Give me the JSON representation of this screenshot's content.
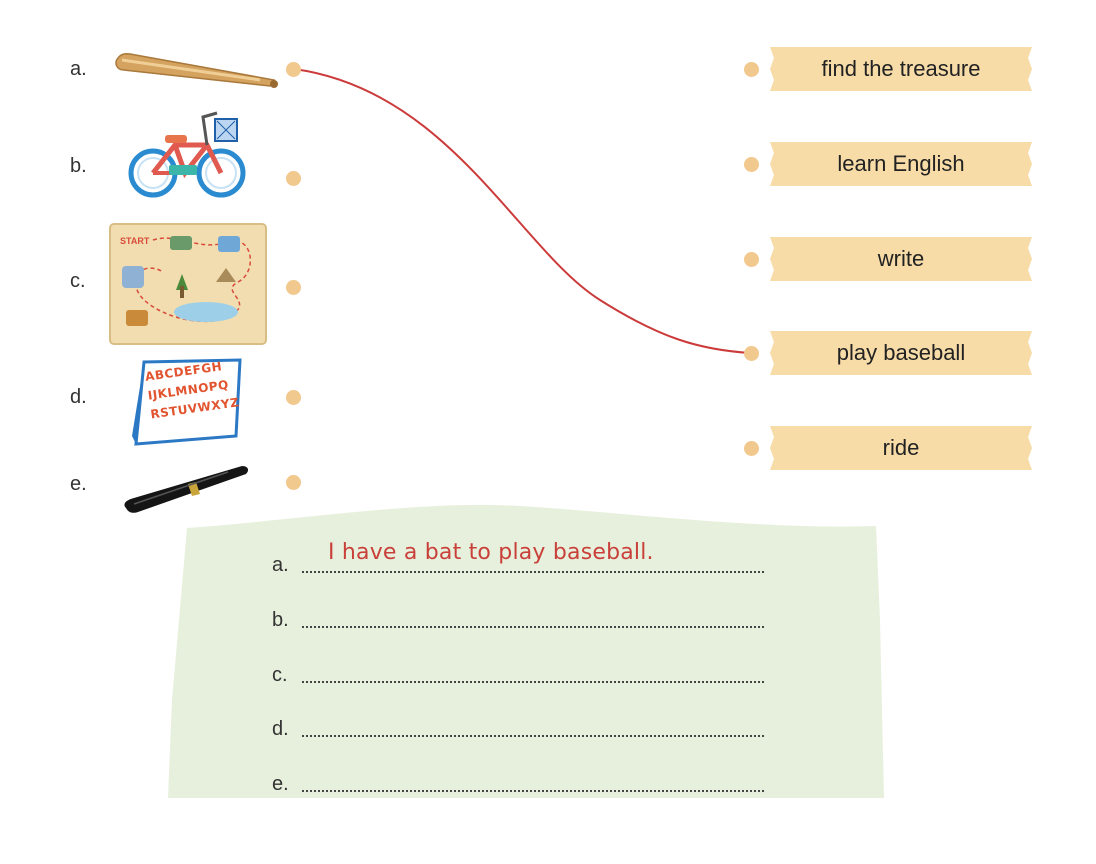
{
  "left_items": [
    {
      "letter": "a.",
      "icon": "baseball-bat-icon"
    },
    {
      "letter": "b.",
      "icon": "bicycle-icon"
    },
    {
      "letter": "c.",
      "icon": "treasure-map-icon"
    },
    {
      "letter": "d.",
      "icon": "alphabet-card-icon"
    },
    {
      "letter": "e.",
      "icon": "pen-icon"
    }
  ],
  "right_items": [
    {
      "label": "find the treasure"
    },
    {
      "label": "learn English"
    },
    {
      "label": "write"
    },
    {
      "label": "play baseball"
    },
    {
      "label": "ride"
    }
  ],
  "map": {
    "start_label": "START"
  },
  "alphabet_card": {
    "rows": [
      "ABCDEFGH",
      "IJKLMNOPQ",
      "RSTUVWXYZ"
    ]
  },
  "match_line": {
    "from": "a.",
    "to": "play baseball",
    "color": "#cc3b3b"
  },
  "answers": [
    {
      "letter": "a.",
      "text": "I have a bat to play baseball."
    },
    {
      "letter": "b.",
      "text": ""
    },
    {
      "letter": "c.",
      "text": ""
    },
    {
      "letter": "d.",
      "text": ""
    },
    {
      "letter": "e.",
      "text": ""
    }
  ],
  "colors": {
    "dot": "#f1c88d",
    "tag": "#f7dca8",
    "panel": "#e7f0dc",
    "answer_ink": "#c9403a"
  }
}
